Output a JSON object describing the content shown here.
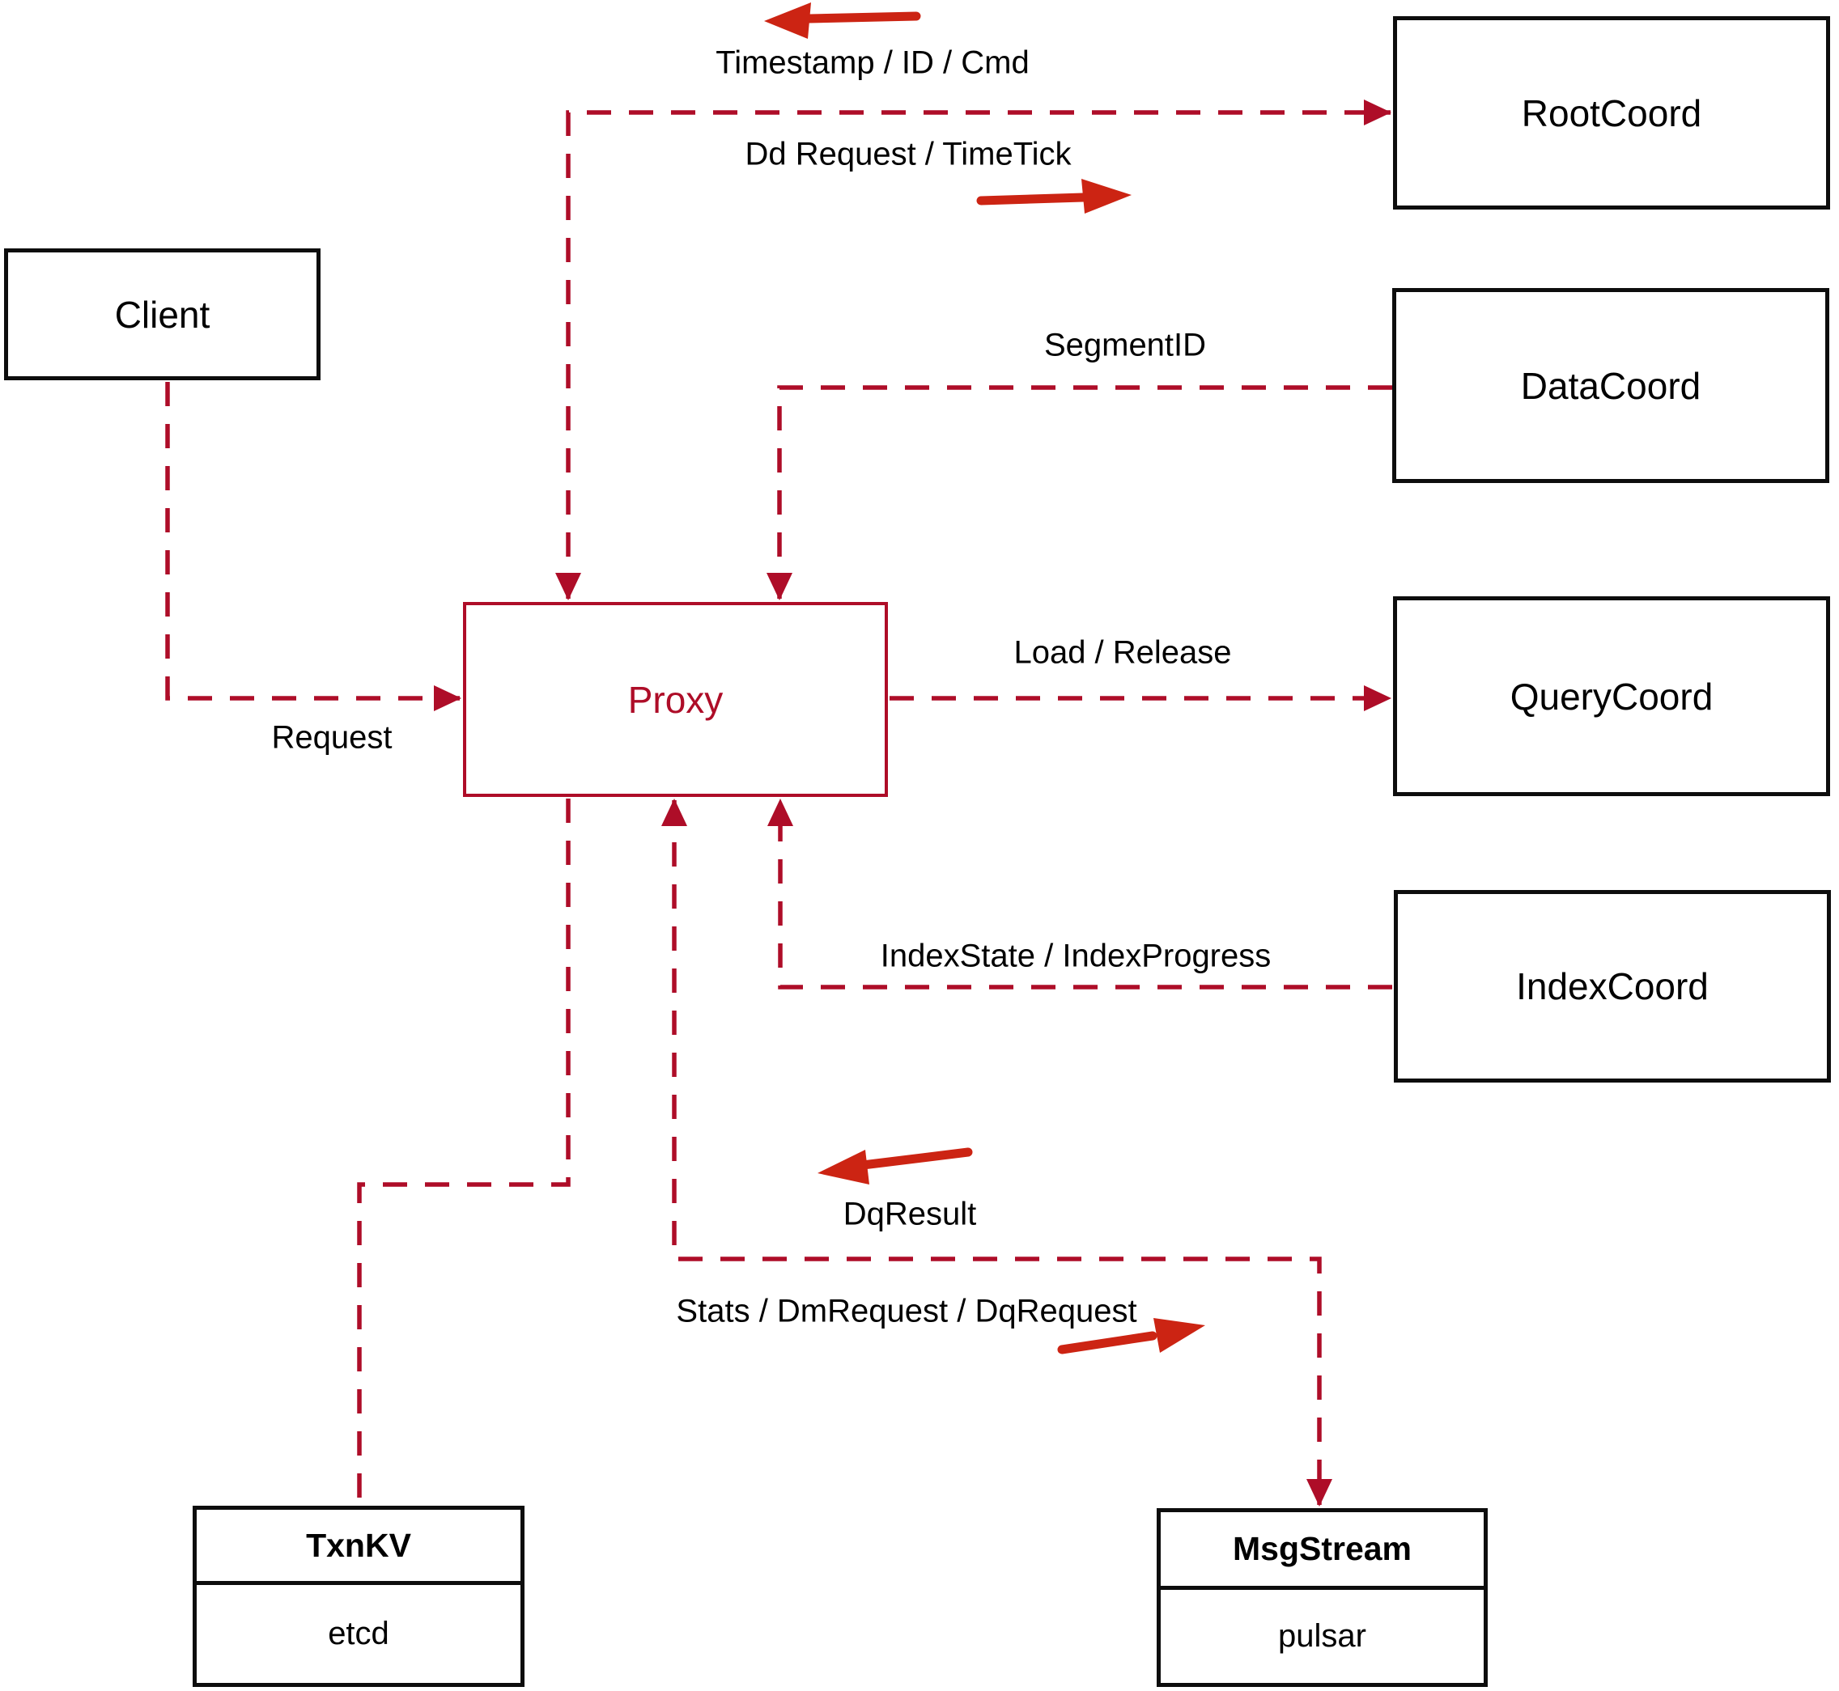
{
  "diagram": {
    "description": "Milvus proxy architecture diagram",
    "colors": {
      "background": "#ffffff",
      "box_border": "#0d0d0d",
      "text": "#000000",
      "dashed_line": "#ae0d28",
      "proxy_accent": "#ae0d28",
      "flow_arrow": "#cc2413"
    },
    "nodes": {
      "client": {
        "label": "Client"
      },
      "proxy": {
        "label": "Proxy"
      },
      "rootcoord": {
        "label": "RootCoord"
      },
      "datacoord": {
        "label": "DataCoord"
      },
      "querycoord": {
        "label": "QueryCoord"
      },
      "indexcoord": {
        "label": "IndexCoord"
      },
      "txnkv": {
        "label": "TxnKV",
        "sublabel": "etcd"
      },
      "msgstream": {
        "label": "MsgStream",
        "sublabel": "pulsar"
      }
    },
    "labels": {
      "timestamp": "Timestamp / ID / Cmd",
      "dd_request": "Dd Request / TimeTick",
      "segment_id": "SegmentID",
      "request": "Request",
      "load_release": "Load / Release",
      "index_state": "IndexState / IndexProgress",
      "dq_result": "DqResult",
      "stats": "Stats / DmRequest / DqRequest"
    },
    "edges": [
      {
        "from": "client",
        "to": "proxy",
        "direction": "one-way",
        "label_keys": [
          "request"
        ]
      },
      {
        "from": "proxy",
        "to": "rootcoord",
        "direction": "two-way",
        "label_keys": [
          "timestamp",
          "dd_request"
        ]
      },
      {
        "from": "datacoord",
        "to": "proxy",
        "direction": "one-way",
        "label_keys": [
          "segment_id"
        ]
      },
      {
        "from": "proxy",
        "to": "querycoord",
        "direction": "one-way",
        "label_keys": [
          "load_release"
        ]
      },
      {
        "from": "indexcoord",
        "to": "proxy",
        "direction": "one-way",
        "label_keys": [
          "index_state"
        ]
      },
      {
        "from": "proxy",
        "to": "txnkv",
        "direction": "plain",
        "label_keys": []
      },
      {
        "from": "proxy",
        "to": "msgstream",
        "direction": "two-way",
        "label_keys": [
          "dq_result",
          "stats"
        ]
      }
    ]
  }
}
